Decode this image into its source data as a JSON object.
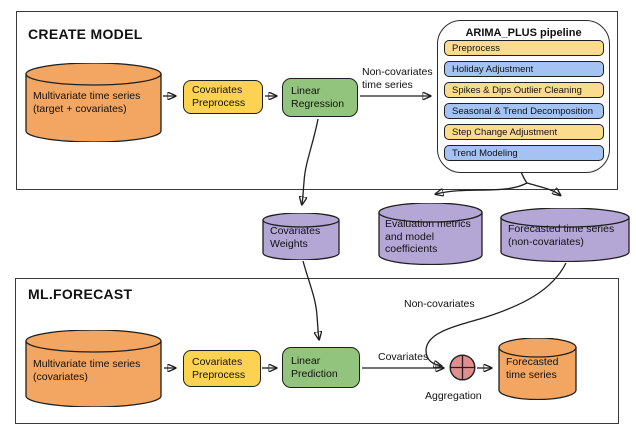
{
  "colors": {
    "canvas": "#ffffff",
    "stroke": "#1f1f1f",
    "box-border": "#3a3a3a",
    "orange": "#F2A661",
    "yellow": "#FBD350",
    "pipeline-yellow": "#FBDC8C",
    "blue": "#A4C2F2",
    "green": "#93C47D",
    "purple": "#B4A7D6",
    "red": "#E08E8E"
  },
  "create_model": {
    "title": "CREATE MODEL",
    "input_cylinder": {
      "lines": [
        "Multivariate time series",
        "(target + covariates)"
      ]
    },
    "covariates_preprocess": {
      "lines": [
        "Covariates",
        "Preprocess"
      ]
    },
    "linear_regression": {
      "lines": [
        "Linear",
        "Regression"
      ]
    },
    "edge_label": {
      "lines": [
        "Non-covariates",
        "time series"
      ]
    },
    "pipeline": {
      "title": "ARIMA_PLUS pipeline",
      "steps": [
        "Preprocess",
        "Holiday Adjustment",
        "Spikes & Dips Outlier Cleaning",
        "Seasonal & Trend Decomposition",
        "Step Change Adjustment",
        "Trend Modeling"
      ]
    }
  },
  "outputs": {
    "covariates_weights": {
      "lines": [
        "Covariates",
        "Weights"
      ]
    },
    "evaluation_metrics": {
      "lines": [
        "Evaluation metrics",
        "and model",
        "coefficients"
      ]
    },
    "forecasted_noncovariates": {
      "lines": [
        "Forecasted time series",
        "(non-covariates)"
      ]
    }
  },
  "ml_forecast": {
    "title": "ML.FORECAST",
    "input_cylinder": {
      "lines": [
        "Multivariate time series",
        "(covariates)"
      ]
    },
    "covariates_preprocess": {
      "lines": [
        "Covariates",
        "Preprocess"
      ]
    },
    "linear_prediction": {
      "lines": [
        "Linear",
        "Prediction"
      ]
    },
    "covariates_edge_label": "Covariates",
    "noncovariates_edge_label": "Non-covariates",
    "aggregation_label": "Aggregation",
    "output_cylinder": {
      "lines": [
        "Forecasted",
        "time series"
      ]
    }
  }
}
